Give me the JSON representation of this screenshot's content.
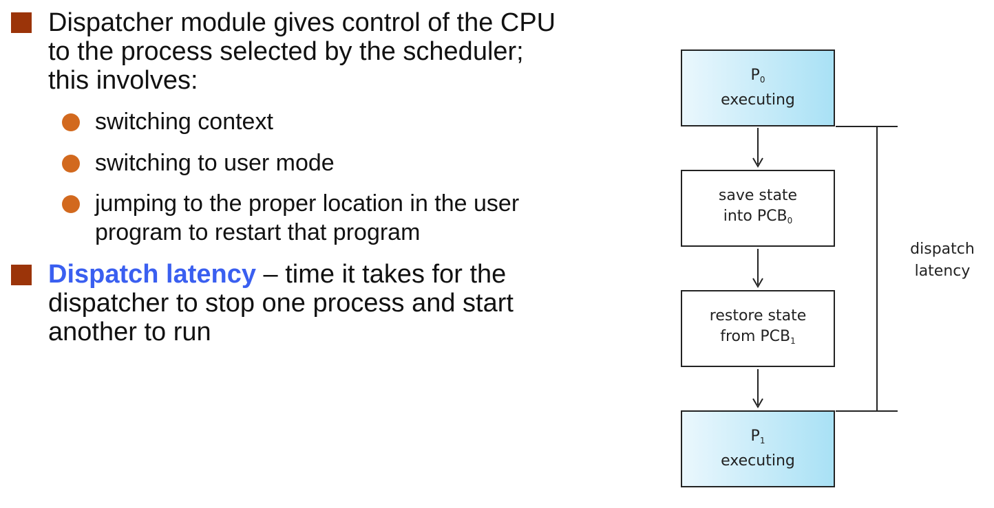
{
  "colors": {
    "square_bullet": "#9b3409",
    "round_bullet": "#d2691e",
    "highlight": "#3a5ff0",
    "box_gradient_start": "#eaf7fd",
    "box_gradient_end": "#a9e1f5"
  },
  "bullets": {
    "b1": {
      "line1": "Dispatcher module gives control of the CPU",
      "line2": "to the process selected by the scheduler;",
      "line3": "this involves:"
    },
    "sub": {
      "s1": "switching context",
      "s2": "switching to user mode",
      "s3_line1": "jumping to the proper location in the user",
      "s3_line2": "program to restart that program"
    },
    "b2": {
      "term": "Dispatch latency",
      "rest": " – time it takes for the",
      "line2": "dispatcher to stop one process and start",
      "line3": "another to run"
    }
  },
  "diagram": {
    "p0": {
      "name": "P",
      "sub": "0",
      "label": "executing"
    },
    "save": {
      "line1": "save state",
      "line2_prefix": "into PCB",
      "sub": "0"
    },
    "restore": {
      "line1": "restore state",
      "line2_prefix": "from PCB",
      "sub": "1"
    },
    "p1": {
      "name": "P",
      "sub": "1",
      "label": "executing"
    },
    "latency": {
      "line1": "dispatch",
      "line2": "latency"
    }
  }
}
